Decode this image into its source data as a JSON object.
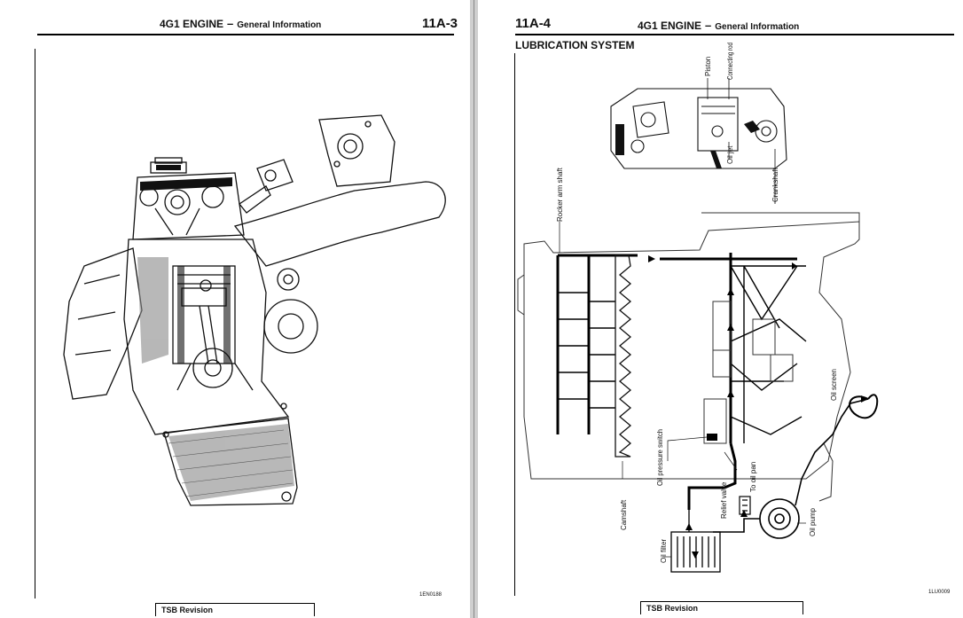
{
  "left_page": {
    "header": {
      "engine": "4G1 ENGINE",
      "dash": "–",
      "section": "General Information",
      "page_number": "11A-3"
    },
    "figure_code": "1EN0188",
    "footer": {
      "tsb_label": "TSB Revision"
    }
  },
  "right_page": {
    "header": {
      "page_number": "11A-4",
      "engine": "4G1 ENGINE",
      "dash": "–",
      "section": "General Information"
    },
    "section_title": "LUBRICATION SYSTEM",
    "labels": {
      "piston": "Piston",
      "connecting_rod": "Connecting rod",
      "oil_jet": "Oil jet",
      "crankshaft": "Crankshaft",
      "rocker_arm_shaft": "Rocker arm shaft",
      "oil_screen": "Oil screen",
      "oil_pressure_switch": "Oil pressure switch",
      "to_oil_pan": "To oil pan",
      "camshaft": "Camshaft",
      "relief_valve": "Relief valve",
      "oil_pump": "Oil pump",
      "oil_filter": "Oil filter"
    },
    "figure_code": "1LU0009",
    "footer": {
      "tsb_label": "TSB Revision"
    }
  },
  "colors": {
    "ink": "#111111",
    "page": "#ffffff",
    "gutter": "#cfcfcf"
  }
}
